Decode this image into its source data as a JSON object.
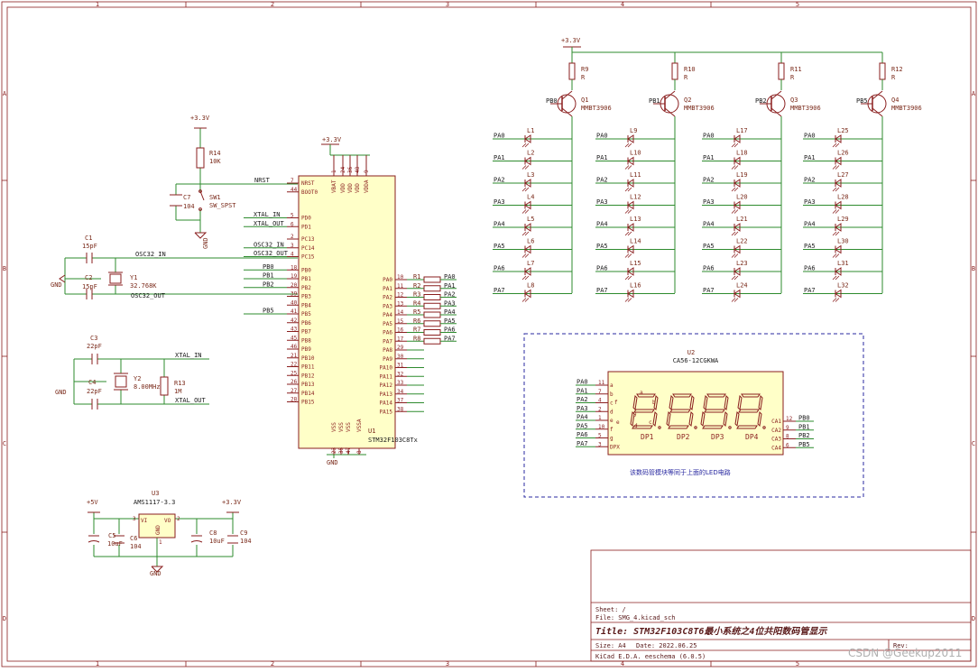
{
  "frame": {
    "cols": [
      "1",
      "2",
      "3",
      "4",
      "5"
    ],
    "rows": [
      "A",
      "B",
      "C",
      "D"
    ]
  },
  "title_block": {
    "sheet": "Sheet: /",
    "file": "File: SMG_4.kicad_sch",
    "title": "Title: STM32F103C8T6最小系统之4位共阳数码管显示",
    "size": "Size: A4",
    "date": "Date: 2022.06.25",
    "rev": "Rev:",
    "tool": "KiCad E.D.A.  eeschema (6.0.5)",
    "watermark": "CSDN @Geekup2011"
  },
  "power": {
    "v33": "+3.3V",
    "v5": "+5V",
    "gnd": "GND"
  },
  "reset": {
    "r14_ref": "R14",
    "r14_val": "10K",
    "c7_ref": "C7",
    "c7_val": "104",
    "sw_ref": "SW1",
    "sw_val": "SW_SPST",
    "nrst": "NRST"
  },
  "osc32": {
    "c1_ref": "C1",
    "c1_val": "15pF",
    "c2_ref": "C2",
    "c2_val": "15pF",
    "y1_ref": "Y1",
    "y1_val": "32.768K",
    "in": "OSC32_IN",
    "out": "OSC32_OUT"
  },
  "osc": {
    "c3_ref": "C3",
    "c3_val": "22pF",
    "c4_ref": "C4",
    "c4_val": "22pF",
    "y2_ref": "Y2",
    "y2_val": "8.00MHz",
    "r13_ref": "R13",
    "r13_val": "1M",
    "in": "XTAL_IN",
    "out": "XTAL_OUT"
  },
  "mcu": {
    "ref": "U1",
    "value": "STM32F103C8Tx",
    "left_pins": [
      {
        "num": "7",
        "name": "NRST",
        "net": ""
      },
      {
        "num": "44",
        "name": "BOOT0",
        "net": ""
      },
      {
        "num": "5",
        "name": "PD0",
        "net": "XTAL_IN"
      },
      {
        "num": "6",
        "name": "PD1",
        "net": "XTAL_OUT"
      },
      {
        "num": "2",
        "name": "PC13",
        "net": ""
      },
      {
        "num": "3",
        "name": "PC14",
        "net": "OSC32_IN"
      },
      {
        "num": "4",
        "name": "PC15",
        "net": "OSC32_OUT"
      },
      {
        "num": "18",
        "name": "PB0",
        "net": "PB0"
      },
      {
        "num": "19",
        "name": "PB1",
        "net": "PB1"
      },
      {
        "num": "20",
        "name": "PB2",
        "net": "PB2"
      },
      {
        "num": "39",
        "name": "PB3",
        "net": ""
      },
      {
        "num": "40",
        "name": "PB4",
        "net": ""
      },
      {
        "num": "41",
        "name": "PB5",
        "net": "PB5"
      },
      {
        "num": "42",
        "name": "PB6",
        "net": ""
      },
      {
        "num": "43",
        "name": "PB7",
        "net": ""
      },
      {
        "num": "45",
        "name": "PB8",
        "net": ""
      },
      {
        "num": "46",
        "name": "PB9",
        "net": ""
      },
      {
        "num": "21",
        "name": "PB10",
        "net": ""
      },
      {
        "num": "22",
        "name": "PB11",
        "net": ""
      },
      {
        "num": "25",
        "name": "PB12",
        "net": ""
      },
      {
        "num": "26",
        "name": "PB13",
        "net": ""
      },
      {
        "num": "27",
        "name": "PB14",
        "net": ""
      },
      {
        "num": "28",
        "name": "PB15",
        "net": ""
      }
    ],
    "right_pins": [
      {
        "num": "10",
        "name": "PA0"
      },
      {
        "num": "11",
        "name": "PA1"
      },
      {
        "num": "12",
        "name": "PA2"
      },
      {
        "num": "13",
        "name": "PA3"
      },
      {
        "num": "14",
        "name": "PA4"
      },
      {
        "num": "15",
        "name": "PA5"
      },
      {
        "num": "16",
        "name": "PA6"
      },
      {
        "num": "17",
        "name": "PA7"
      },
      {
        "num": "29",
        "name": "PA8"
      },
      {
        "num": "30",
        "name": "PA9"
      },
      {
        "num": "31",
        "name": "PA10"
      },
      {
        "num": "32",
        "name": "PA11"
      },
      {
        "num": "33",
        "name": "PA12"
      },
      {
        "num": "34",
        "name": "PA13"
      },
      {
        "num": "37",
        "name": "PA14"
      },
      {
        "num": "38",
        "name": "PA15"
      }
    ],
    "top_pins": [
      {
        "num": "1",
        "name": "VBAT"
      },
      {
        "num": "24",
        "name": "VDD"
      },
      {
        "num": "36",
        "name": "VDD"
      },
      {
        "num": "48",
        "name": "VDD"
      },
      {
        "num": "9",
        "name": "VDDA"
      }
    ],
    "bottom_pins": [
      {
        "num": "23",
        "name": "VSS"
      },
      {
        "num": "35",
        "name": "VSS"
      },
      {
        "num": "47",
        "name": "VSS"
      },
      {
        "num": "8",
        "name": "VSSA"
      }
    ]
  },
  "series_resistors": [
    {
      "ref": "R1",
      "net": "PA0"
    },
    {
      "ref": "R2",
      "net": "PA1"
    },
    {
      "ref": "R3",
      "net": "PA2"
    },
    {
      "ref": "R4",
      "net": "PA3"
    },
    {
      "ref": "R5",
      "net": "PA4"
    },
    {
      "ref": "R6",
      "net": "PA5"
    },
    {
      "ref": "R7",
      "net": "PA6"
    },
    {
      "ref": "R8",
      "net": "PA7"
    }
  ],
  "transistors": [
    {
      "ref": "Q1",
      "val": "MMBT3906",
      "base": "PB0",
      "r_ref": "R9",
      "r_val": "R"
    },
    {
      "ref": "Q2",
      "val": "MMBT3906",
      "base": "PB1",
      "r_ref": "R10",
      "r_val": "R"
    },
    {
      "ref": "Q3",
      "val": "MMBT3906",
      "base": "PB2",
      "r_ref": "R11",
      "r_val": "R"
    },
    {
      "ref": "Q4",
      "val": "MMBT3906",
      "base": "PB5",
      "r_ref": "R12",
      "r_val": "R"
    }
  ],
  "led_nets": [
    "PA0",
    "PA1",
    "PA2",
    "PA3",
    "PA4",
    "PA5",
    "PA6",
    "PA7"
  ],
  "led_refs": [
    [
      "L1",
      "L2",
      "L3",
      "L4",
      "L5",
      "L6",
      "L7",
      "L8"
    ],
    [
      "L9",
      "L10",
      "L11",
      "L12",
      "L13",
      "L14",
      "L15",
      "L16"
    ],
    [
      "L17",
      "L18",
      "L19",
      "L20",
      "L21",
      "L22",
      "L23",
      "L24"
    ],
    [
      "L25",
      "L26",
      "L27",
      "L28",
      "L29",
      "L30",
      "L31",
      "L32"
    ]
  ],
  "display": {
    "ref": "U2",
    "value": "CA56-12CGKWA",
    "left_pins": [
      {
        "net": "PA0",
        "num": "11",
        "name": "a"
      },
      {
        "net": "PA1",
        "num": "7",
        "name": "b"
      },
      {
        "net": "PA2",
        "num": "4",
        "name": "c"
      },
      {
        "net": "PA3",
        "num": "2",
        "name": "d"
      },
      {
        "net": "PA4",
        "num": "1",
        "name": "e"
      },
      {
        "net": "PA5",
        "num": "10",
        "name": "f"
      },
      {
        "net": "PA6",
        "num": "5",
        "name": "g"
      },
      {
        "net": "PA7",
        "num": "3",
        "name": "DPX"
      }
    ],
    "right_pins": [
      {
        "net": "PB0",
        "num": "12",
        "name": "CA1"
      },
      {
        "net": "PB1",
        "num": "9",
        "name": "CA2"
      },
      {
        "net": "PB2",
        "num": "8",
        "name": "CA3"
      },
      {
        "net": "PB5",
        "num": "6",
        "name": "CA4"
      }
    ],
    "dp_labels": [
      "DP1",
      "DP2",
      "DP3",
      "DP4"
    ],
    "seg_letters": [
      "a",
      "b",
      "c",
      "d",
      "e",
      "f",
      "g"
    ],
    "note": "该数码管模块等同于上面的LED电路"
  },
  "regulator": {
    "ref": "U3",
    "value": "AMS1117-3.3",
    "vi": "VI",
    "vo": "VO",
    "gnd": "GND",
    "pin_in": "3",
    "pin_out": "2",
    "pin_gnd": "1",
    "c5_ref": "C5",
    "c5_val": "10uF",
    "c6_ref": "C6",
    "c6_val": "104",
    "c8_ref": "C8",
    "c8_val": "10uF",
    "c9_ref": "C9",
    "c9_val": "104"
  }
}
